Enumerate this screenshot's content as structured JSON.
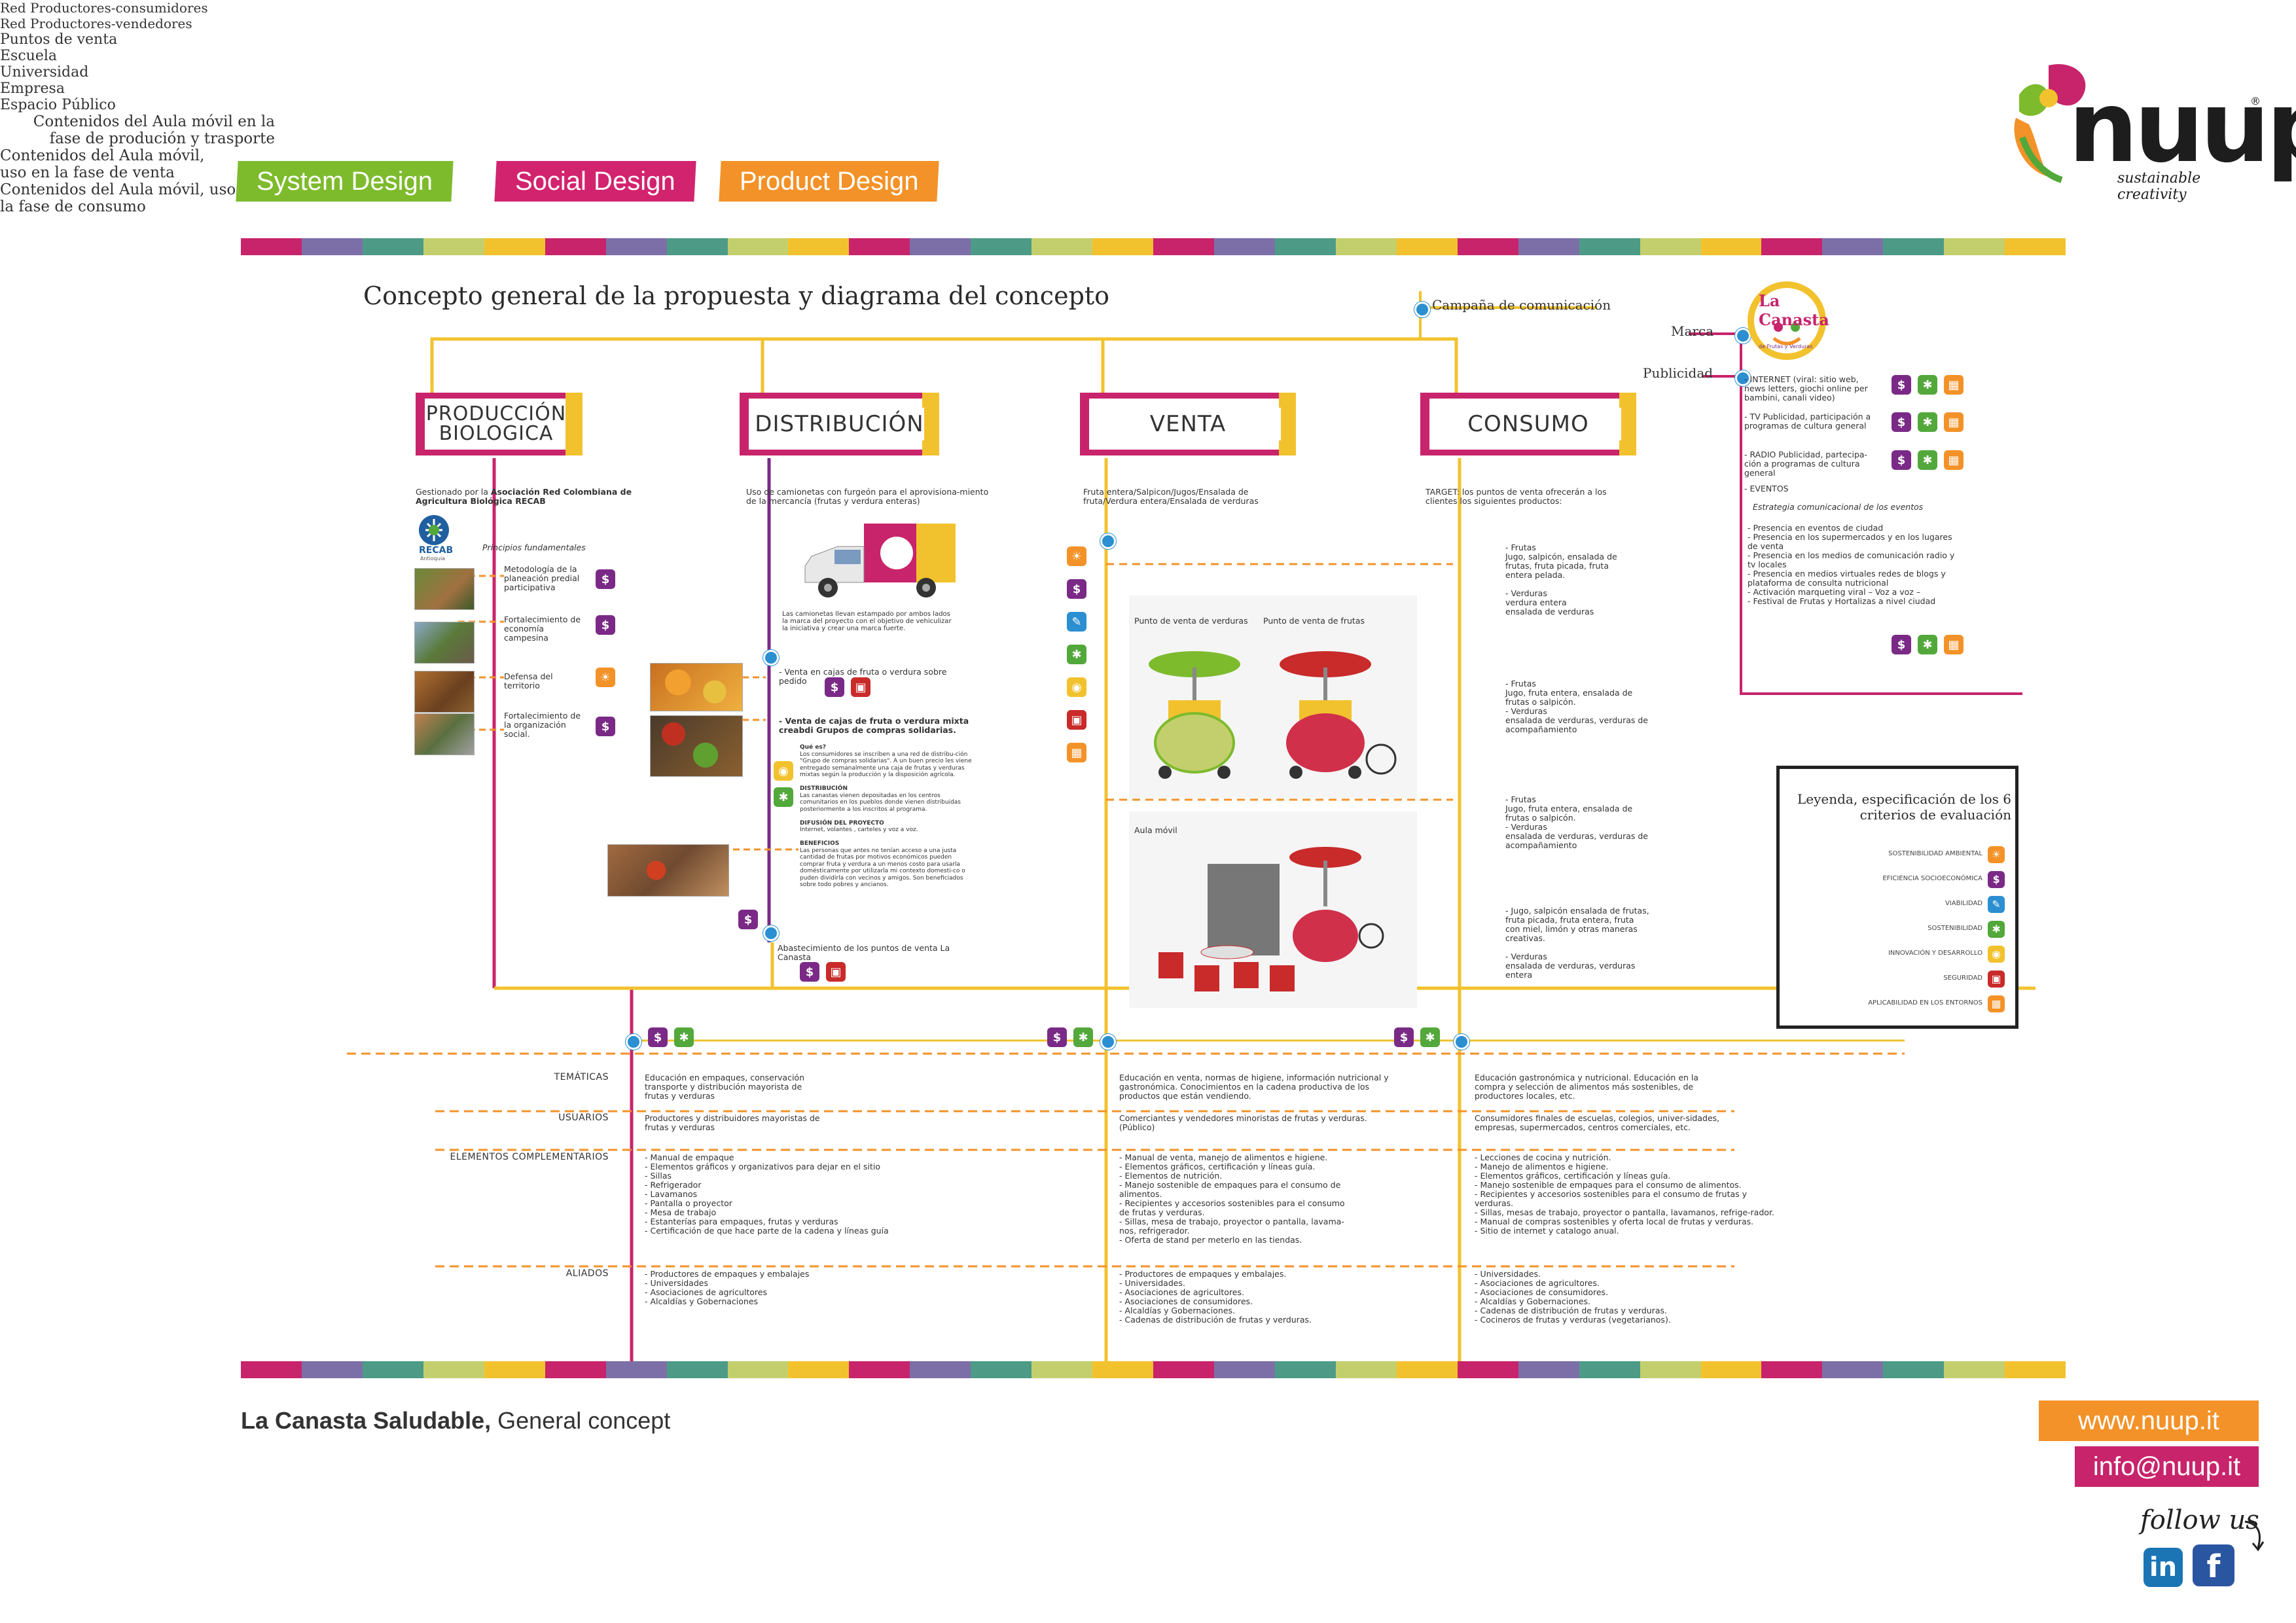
{
  "tags": [
    {
      "label": "System Design",
      "color": "#7dbb2d"
    },
    {
      "label": "Social Design",
      "color": "#d2236e"
    },
    {
      "label": "Product Design",
      "color": "#f39228"
    }
  ],
  "logo": {
    "name": "nuup",
    "tagline": "sustainable creativity",
    "reg": "®"
  },
  "colors": {
    "magenta": "#c8246b",
    "orange": "#f39228",
    "yellow": "#f2c22e",
    "purple": "#7a2a86",
    "green": "#52a83a",
    "red": "#c92a2a",
    "blue": "#2b8fd1",
    "stripe": [
      "#c8246b",
      "#7c6fa8",
      "#4d9b86",
      "#c3cf6d",
      "#f2c22e",
      "#c8246b",
      "#7c6fa8",
      "#4d9b86",
      "#c3cf6d",
      "#f2c22e"
    ]
  },
  "title": "Concepto general de la propuesta  y diagrama del concepto",
  "stages": [
    {
      "label": "PRODUCCIÓN BIOLOGICA"
    },
    {
      "label": "DISTRIBUCIÓN"
    },
    {
      "label": "VENTA"
    },
    {
      "label": "CONSUMO"
    }
  ],
  "campaign": {
    "title": "Campaña de comunicación",
    "marca": "Marca",
    "publicidad": "Publicidad",
    "brand_name": "La Canasta",
    "brand_sub": "de Frutas y Verduras",
    "items": [
      "- INTERNET (viral: sitio web, news letters, giochi online per bambini, canali video)",
      "- TV Publicidad, participación a programas de cultura general",
      "- RADIO Publicidad, partecipa-ción a programas de cultura general",
      "- EVENTOS"
    ],
    "strategy_title": "Estrategia comunicacional de los eventos",
    "strategy": [
      "- Presencia en eventos de ciudad",
      "- Presencia en los supermercados y en los lugares de venta",
      "- Presencia en los medios de comunicación radio y tv locales",
      "- Presencia en medios virtuales redes de blogs y plataforma de consulta nutricional",
      "- Activación marqueting viral – Voz a voz –",
      "- Festival de Frutas y Hortalizas a nivel ciudad"
    ]
  },
  "produccion": {
    "intro_pre": "Gestionado por la ",
    "intro_bold": "Asociación Red Colombiana  de Agricultura Biológica RECAB",
    "recab": "RECAB",
    "recab_sub": "Antioquia",
    "principles_title": "Principios fundamentales",
    "principles": [
      "Metodología de la planeación predial participativa",
      "Fortalecimiento de economía campesina",
      "Defensa del territorio",
      "Fortalecimiento de la organización social."
    ]
  },
  "distribucion": {
    "intro": "Uso de camionetas con furgeón para el aprovisiona-miento de la mercancía (frutas y verdura enteras)",
    "truck_caption": "Las camionetas llevan estampado por ambos lados la marca del proyecto con el objetivo de vehiculizar la iniciativa y crear una marca fuerte.",
    "red1_title": "Red Productores-consumidores",
    "red1_item1": "- Venta en cajas de fruta o verdura sobre pedido",
    "red1_item2": "- Venta de cajas de fruta o verdura mixta creabdi Grupos de compras solidarias.",
    "que_es_title": "Qué es?",
    "que_es": "Los consumidores se inscriben a una red de distribu-ción \"Grupo de compras solidarias\". A un buen precio les viene entregado semanalmente una caja de frutas y verduras mixtas según la producción y la disposición agrícola.",
    "dist_title": "DISTRIBUCIÓN",
    "dist": "Las canastas vienen depositadas en los centros comunitarios en los pueblos donde vienen distribuidas posteriormente a los inscritos al programa.",
    "difusion_title": "DIFUSIÓN DEL PROYECTO",
    "difusion": "Internet, volantes , carteles y voz a voz.",
    "beneficios_title": "BENEFICIOS",
    "beneficios": "Las personas que antes no tenían acceso a una justa cantidad de frutas por motivos económicos pueden comprar fruta y verdura a un menos costo para usarla domésticamente por utilizarla mi contexto domesti-co o puden dividirla con vecinos y amigos. Son beneficiados sobre todo pobres y ancianos.",
    "red2_title": "Red Productores-vendedores",
    "red2_item": "Abastecimiento de los puntos de venta La Canasta"
  },
  "venta": {
    "intro": "Fruta entera/Salpicon/Jugos/Ensalada de fruta/Verdura entera/Ensalada de verduras",
    "puntos": "Puntos de venta",
    "cart1": "Punto de venta de verduras",
    "cart2": "Punto de venta de frutas",
    "aula": "Aula móvil"
  },
  "consumo": {
    "intro": "TARGET:  los puntos de venta ofrecerán a los clientes los siguientes productos:",
    "groups": [
      {
        "title": "Escuela",
        "text": "- Frutas\nJugo, salpicón, ensalada de frutas, fruta picada, fruta entera pelada.\n\n- Verduras\nverdura entera\nensalada de verduras"
      },
      {
        "title": "Universidad",
        "text": "- Frutas\nJugo, fruta entera, ensalada de frutas o salpicón.\n- Verduras\nensalada de verduras, verduras de acompañamiento"
      },
      {
        "title": "Empresa",
        "text": "- Frutas\nJugo, fruta entera, ensalada de frutas o salpicón.\n- Verduras\nensalada de verduras, verduras de acompañamiento"
      },
      {
        "title": "Espacio Público",
        "text": "- Jugo, salpicón ensalada de frutas, fruta picada, fruta entera, fruta con miel, limón y otras maneras creativas.\n\n- Verduras\nensalada de verduras, verduras entera"
      }
    ]
  },
  "legend": {
    "title": "Leyenda, especificación de los 6 criterios de evaluación",
    "items": [
      {
        "label": "SOSTENIBILIDAD AMBIENTAL",
        "icon": "sun-icon",
        "color": "#f39228",
        "glyph": "☀"
      },
      {
        "label": "EFICIENCIA SOCIOECONÓMICA",
        "icon": "hand-coin-icon",
        "color": "#7a2a86",
        "glyph": "$"
      },
      {
        "label": "VIABILIDAD",
        "icon": "wrench-icon",
        "color": "#2b8fd1",
        "glyph": "✎"
      },
      {
        "label": "SOSTENIBILIDAD",
        "icon": "recycle-icon",
        "color": "#52a83a",
        "glyph": "✱"
      },
      {
        "label": "INNOVACIÓN Y DESARROLLO",
        "icon": "lightbulb-icon",
        "color": "#f2c22e",
        "glyph": "◉"
      },
      {
        "label": "SEGURIDAD",
        "icon": "shield-icon",
        "color": "#c92a2a",
        "glyph": "▣"
      },
      {
        "label": "APLICABILIDAD EN LOS ENTORNOS",
        "icon": "grid-icon",
        "color": "#f39228",
        "glyph": "▦"
      }
    ]
  },
  "aula": {
    "col1_title": "Contenidos del Aula móvil en la fase de produción y trasporte",
    "col2_title": "Contenidos del Aula móvil, uso en la fase de venta",
    "col3_title": "Contenidos del Aula móvil, uso en la fase de consumo",
    "rows": [
      "TEMÁTICAS",
      "USUARIOS",
      "ELEMENTOS COMPLEMENTARIOS",
      "ALIADOS"
    ],
    "col1": [
      "Educación en empaques, conservación transporte y distribución mayorista de frutas y verduras",
      "Productores y distribuidores mayoristas de frutas y verduras",
      "- Manual de empaque\n- Elementos gráficos y organizativos para dejar en el sitio\n- Sillas\n- Refrigerador\n- Lavamanos\n- Pantalla o proyector\n- Mesa de trabajo\n- Estanterías para empaques, frutas y verduras\n- Certificación de que hace parte de la cadena y líneas guía",
      "- Productores de empaques y embalajes\n- Universidades\n- Asociaciones de agricultores\n- Alcaldías y Gobernaciones"
    ],
    "col2": [
      "Educación en venta, normas de higiene, información nutricional y gastronómica. Conocimientos en la cadena productiva de los productos que están vendiendo.",
      "Comerciantes y vendedores minoristas de frutas y verduras. (Público)",
      "- Manual de venta, manejo de alimentos e higiene.\n- Elementos gráficos, certificación y líneas guía.\n- Elementos de nutrición.\n- Manejo sostenible de empaques para el consumo de alimentos.\n- Recipientes y accesorios sostenibles para el consumo de frutas y verduras.\n- Sillas, mesa de trabajo, proyector o pantalla, lavama-nos, refrigerador.\n- Oferta de stand per meterlo en las tiendas.",
      "- Productores de empaques y embalajes.\n- Universidades.\n- Asociaciones de agricultores.\n- Asociaciones de consumidores.\n- Alcaldías y Gobernaciones.\n- Cadenas de distribución de frutas y verduras."
    ],
    "col3": [
      "Educación gastronómica y nutricional. Educación en la compra y selección de alimentos más sostenibles, de productores locales, etc.",
      "Consumidores finales de escuelas, colegios, univer-sidades, empresas, supermercados, centros comerciales, etc.",
      "-  Lecciones de cocina y nutrición.\n- Manejo de alimentos e higiene.\n- Elementos gráficos, certificación y líneas guía.\n- Manejo sostenible de empaques para el consumo de alimentos.\n- Recipientes y accesorios sostenibles para el consumo de frutas y verduras.\n- Sillas, mesas de trabajo, proyector o pantalla, lavamanos, refrige-rador.\n- Manual de compras sostenibles y oferta local de frutas y verduras.\n- Sitio de internet y catalogo anual.",
      "- Universidades.\n- Asociaciones de agricultores.\n- Asociaciones de consumidores.\n- Alcaldías y Gobernaciones.\n- Cadenas de distribución de frutas y verduras.\n- Cocineros de frutas y verduras (vegetarianos)."
    ]
  },
  "footer": {
    "title_bold": "La Canasta Saludable,",
    "title_rest": " General concept",
    "website": "www.nuup.it",
    "email": "info@nuup.it",
    "follow": "follow us",
    "linkedin": "in",
    "facebook": "f"
  }
}
